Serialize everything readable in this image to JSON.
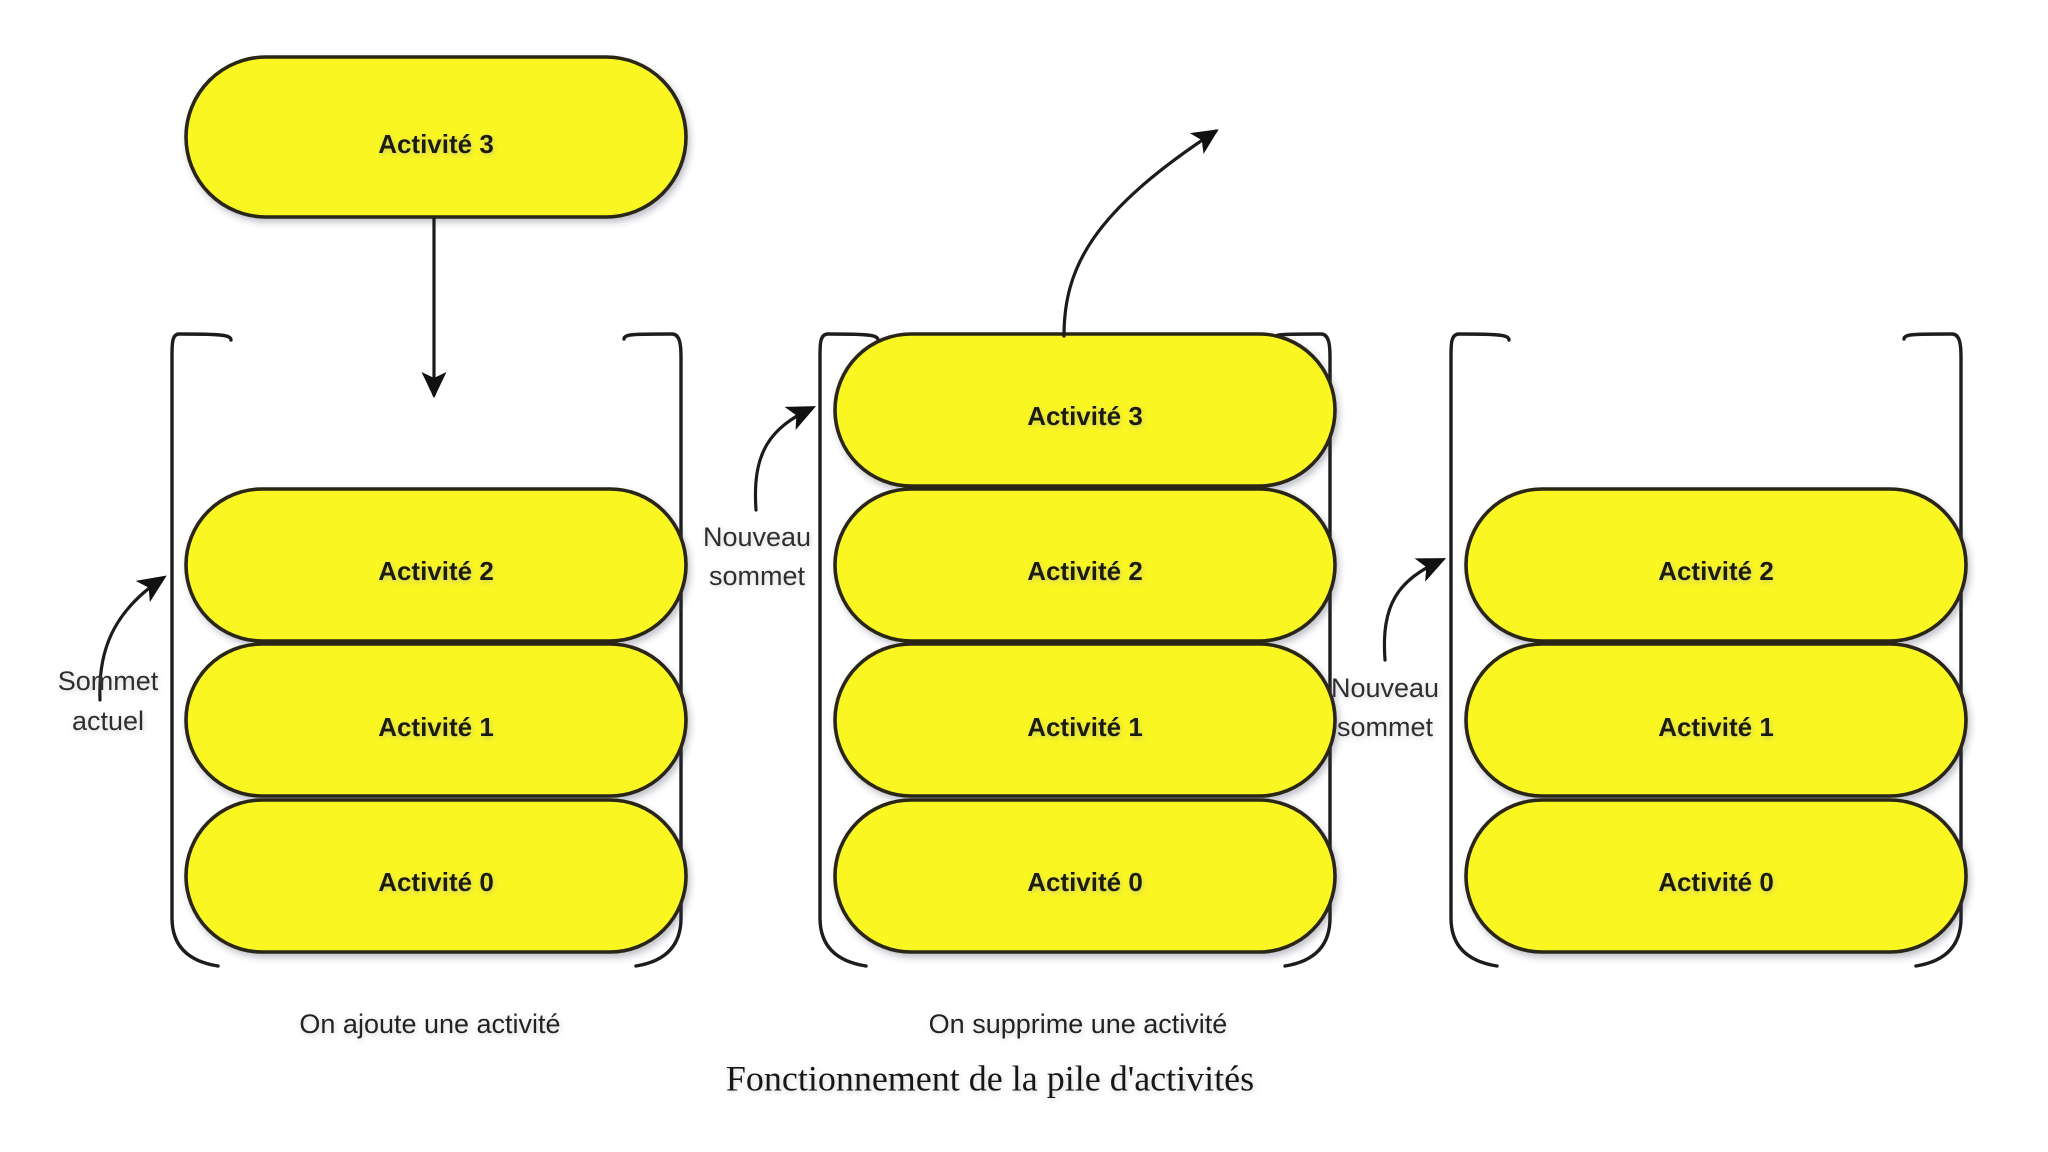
{
  "figure": {
    "title": "Fonctionnement de la pile d'activités",
    "background_color": "#ffffff",
    "pill_fill": "#FAF623",
    "pill_stroke": "#2a2612",
    "line_color": "#1b1b1b",
    "label_color": "#2e2e2e"
  },
  "incoming_activity": {
    "label": "Activité 3",
    "role": "activity-being-pushed"
  },
  "stacks": [
    {
      "id": "stack-before-push",
      "caption": "On ajoute une activité",
      "slots": [
        {
          "label": "",
          "empty": true
        },
        {
          "label": "Activité 2",
          "empty": false
        },
        {
          "label": "Activité 1",
          "empty": false
        },
        {
          "label": "Activité 0",
          "empty": false
        }
      ],
      "pointer": {
        "text_line1": "Sommet",
        "text_line2": "actuel",
        "target_label": "Activité 2"
      }
    },
    {
      "id": "stack-after-push",
      "caption": "On supprime une activité",
      "slots": [
        {
          "label": "Activité 3",
          "empty": false
        },
        {
          "label": "Activité 2",
          "empty": false
        },
        {
          "label": "Activité 1",
          "empty": false
        },
        {
          "label": "Activité 0",
          "empty": false
        }
      ],
      "pointer": {
        "text_line1": "Nouveau",
        "text_line2": "sommet",
        "target_label": "Activité 3"
      }
    },
    {
      "id": "stack-after-pop",
      "caption": "",
      "slots": [
        {
          "label": "",
          "empty": true
        },
        {
          "label": "Activité 2",
          "empty": false
        },
        {
          "label": "Activité 1",
          "empty": false
        },
        {
          "label": "Activité 0",
          "empty": false
        }
      ],
      "pointer": {
        "text_line1": "Nouveau",
        "text_line2": "sommet",
        "target_label": "Activité 2"
      }
    }
  ],
  "arrows": [
    {
      "name": "push-arrow",
      "from": "Activité 3",
      "to": "stack-before-push",
      "direction": "down"
    },
    {
      "name": "pop-arrow",
      "from": "stack-after-push top",
      "to": "outside",
      "direction": "up-right"
    }
  ]
}
